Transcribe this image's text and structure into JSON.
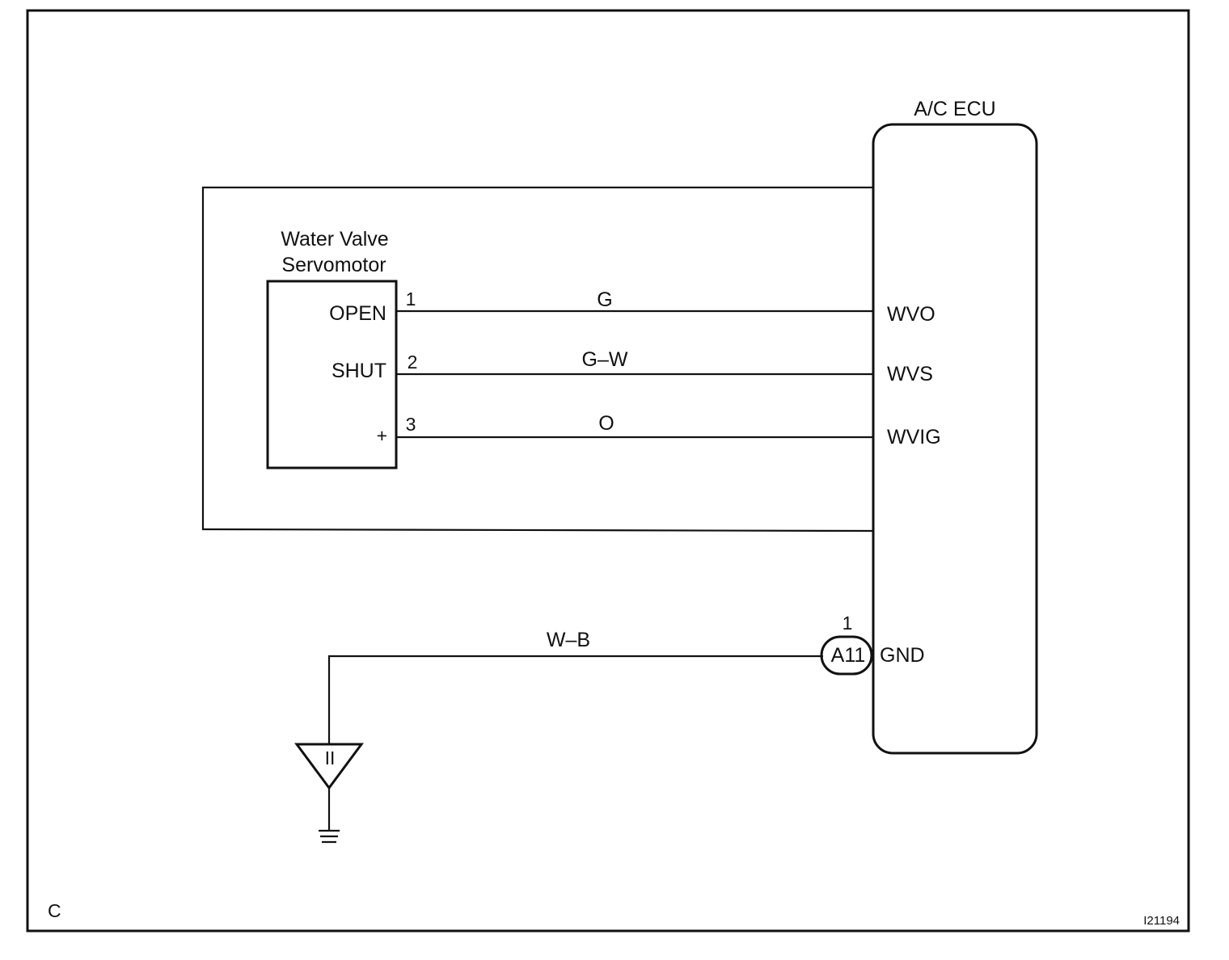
{
  "ecu": {
    "title": "A/C ECU",
    "terminals": {
      "wvo": "WVO",
      "wvs": "WVS",
      "wvig": "WVIG",
      "gnd": "GND"
    }
  },
  "servomotor": {
    "title_line1": "Water Valve",
    "title_line2": "Servomotor",
    "pins": {
      "open": "OPEN",
      "shut": "SHUT",
      "plus": "+"
    },
    "pin_numbers": {
      "p1": "1",
      "p2": "2",
      "p3": "3"
    }
  },
  "wires": {
    "open": "G",
    "shut": "G–W",
    "plus": "O",
    "ground": "W–B"
  },
  "ground_connector": {
    "id": "A11",
    "pin": "1",
    "symbol": "II"
  },
  "footer": {
    "left": "C",
    "code": "I21194"
  }
}
